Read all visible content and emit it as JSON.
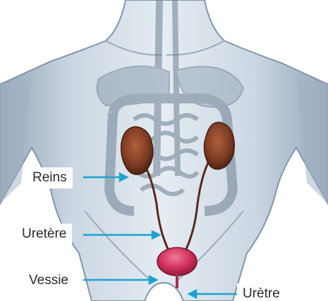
{
  "labels": {
    "reins": "Reins",
    "uretere": "Uretère",
    "vessie": "Vessie",
    "uretre": "Urètre"
  },
  "colors": {
    "body_fill": "#c3cfdb",
    "kidney": "#7a3a22",
    "bladder": "#d0305a",
    "pointer": "#1aa3cf"
  }
}
